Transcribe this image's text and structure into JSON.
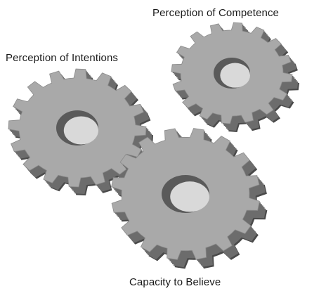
{
  "labels": {
    "competence": "Perception of Competence",
    "intentions": "Perception of Intentions",
    "believe": "Capacity to Believe"
  },
  "colors": {
    "face": "#a9a9a9",
    "face_edge": "#8a8a8a",
    "side": "#6c6c6c",
    "side_dark": "#4a4a4a",
    "hole_outer": "#5a5a5a",
    "hole_inner": "#d9d9d9"
  },
  "gears": [
    {
      "name": "gear-competence",
      "teeth": 16
    },
    {
      "name": "gear-intentions",
      "teeth": 16
    },
    {
      "name": "gear-believe",
      "teeth": 16
    }
  ]
}
